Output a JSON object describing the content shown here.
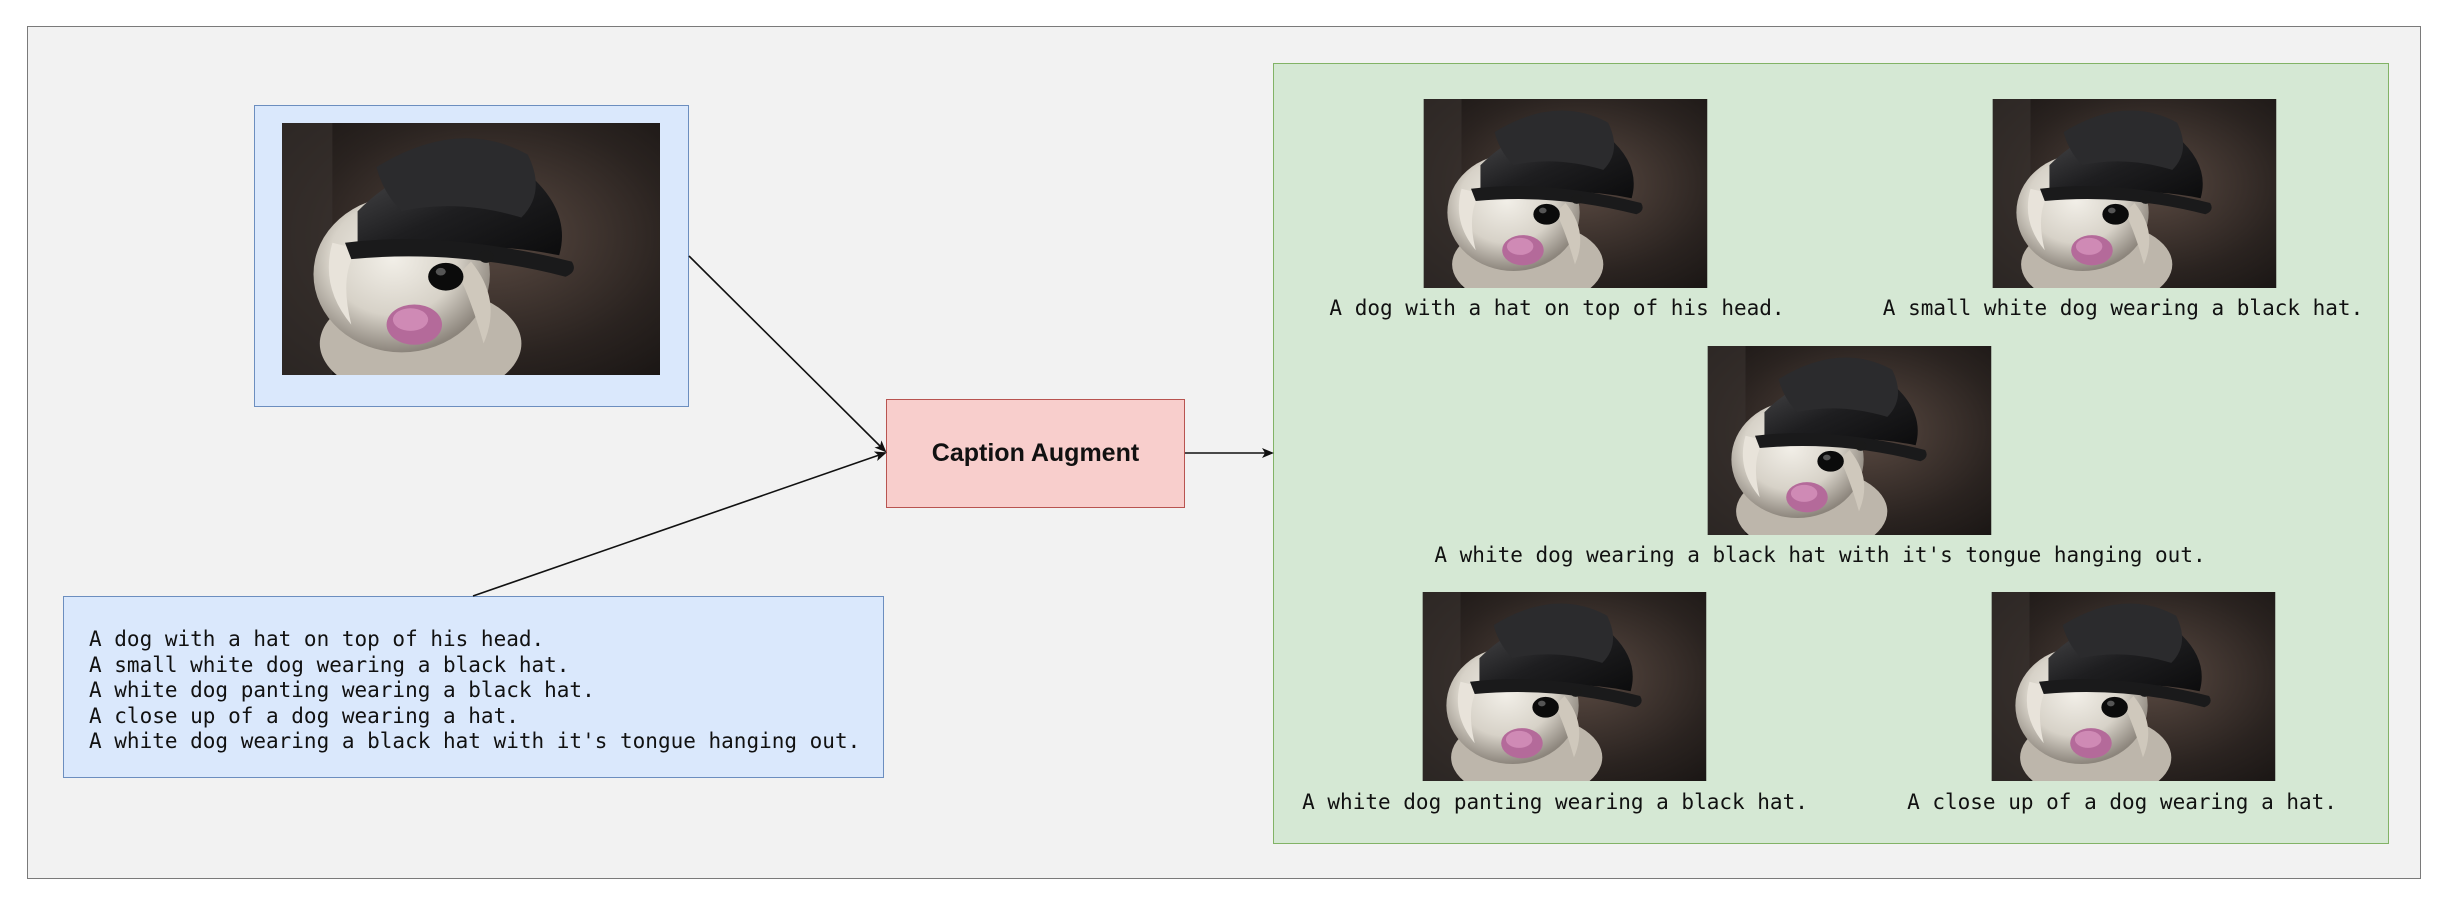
{
  "input": {
    "image_icon": "dog-in-black-hat-photo",
    "captions": [
      "A dog with a hat on top of his head.",
      "A small white dog wearing a black hat.",
      "A white dog panting wearing a black hat.",
      "A close up of a dog wearing a hat.",
      "A white dog wearing a black hat with it's tongue hanging out."
    ]
  },
  "process": {
    "label": "Caption Augment"
  },
  "output": {
    "pairs": [
      {
        "caption": "A dog with a hat on top of his head."
      },
      {
        "caption": "A small white dog wearing a black hat."
      },
      {
        "caption": "A white dog wearing a black hat with it's tongue hanging out."
      },
      {
        "caption": "A white dog panting wearing a black hat."
      },
      {
        "caption": "A close up of a dog wearing a hat."
      }
    ]
  },
  "colors": {
    "canvas_bg": "#f2f2f2",
    "input_fill": "#dae8fc",
    "input_stroke": "#6c8ebf",
    "process_fill": "#f8cecc",
    "process_stroke": "#b85450",
    "output_fill": "#d5e8d4",
    "output_stroke": "#82b366"
  }
}
